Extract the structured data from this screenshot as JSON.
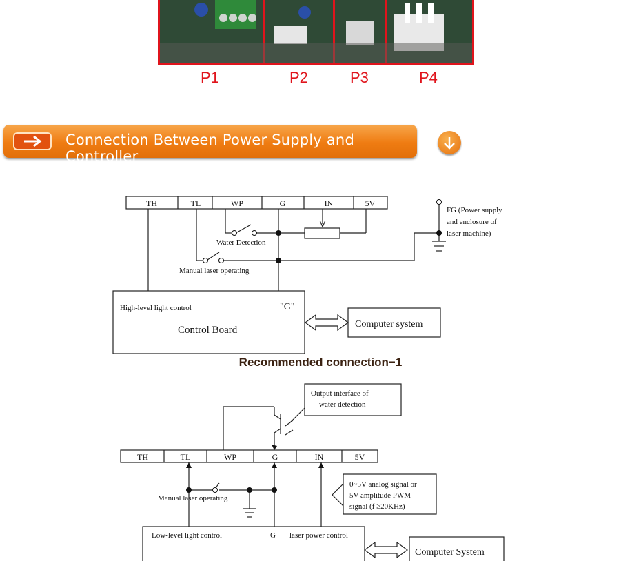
{
  "pcb_labels": [
    "P1",
    "P2",
    "P3",
    "P4"
  ],
  "banner": {
    "title": "Connection Between Power Supply and Controller"
  },
  "diagram1": {
    "terminals": [
      "TH",
      "TL",
      "WP",
      "G",
      "IN",
      "5V"
    ],
    "water_detection": "Water Detection",
    "manual_laser": "Manual laser operating",
    "fg_lines": [
      "FG  (Power  supply",
      "and   enclosure   of",
      "laser machine)"
    ],
    "board_left": "High-level light control",
    "board_g": "\"G\"",
    "board_name": "Control Board",
    "computer": "Computer system",
    "caption": "Recommended connection−1"
  },
  "diagram2": {
    "terminals": [
      "TH",
      "TL",
      "WP",
      "G",
      "IN",
      "5V"
    ],
    "output_note": [
      "Output    interface    of",
      "water detection"
    ],
    "manual_laser": "Manual laser operating",
    "signal_note": [
      "0~5V analog signal or",
      "5V   amplitude   PWM",
      "signal (f  ≥20KHz)"
    ],
    "board_left": "Low-level light control",
    "board_g": "G",
    "board_right": "laser power control",
    "computer": "Computer System"
  }
}
